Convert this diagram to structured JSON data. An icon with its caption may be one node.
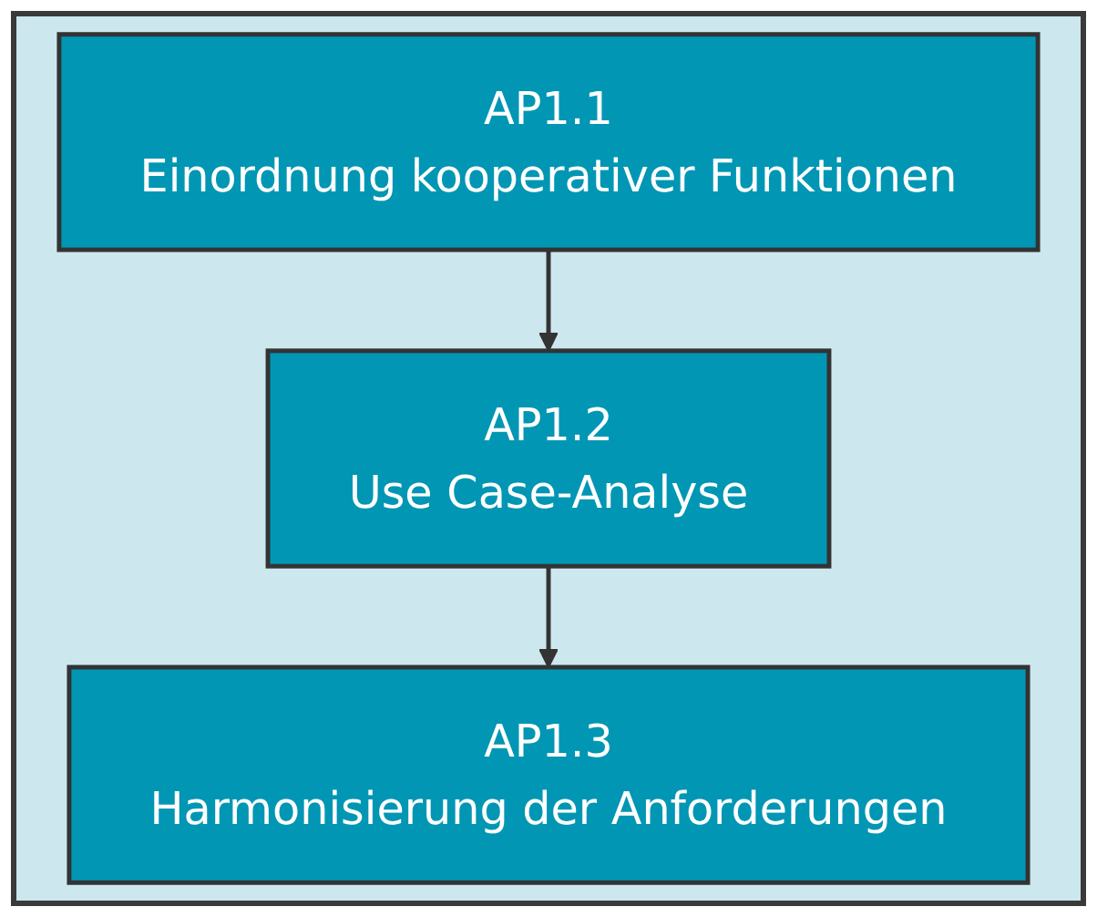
{
  "diagram": {
    "nodes": [
      {
        "text": [
          "AP1.1",
          "Einordnung kooperativer Funktionen"
        ]
      },
      {
        "text": [
          "AP1.2",
          "Use Case-Analyse"
        ]
      },
      {
        "text": [
          "AP1.3",
          "Harmonisierung der Anforderungen"
        ]
      }
    ],
    "edges": [
      {
        "from": 0,
        "to": 1,
        "arrow": "to"
      },
      {
        "from": 1,
        "to": 2,
        "arrow": "to"
      }
    ]
  }
}
